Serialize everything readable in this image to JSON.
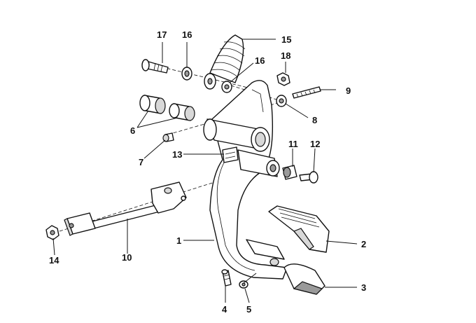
{
  "diagram": {
    "callouts": {
      "c1": "1",
      "c2": "2",
      "c3": "3",
      "c4": "4",
      "c5": "5",
      "c6": "6",
      "c7": "7",
      "c8": "8",
      "c9": "9",
      "c10": "10",
      "c11": "11",
      "c12": "12",
      "c13": "13",
      "c14": "14",
      "c15": "15",
      "c16a": "16",
      "c16b": "16",
      "c17": "17",
      "c18": "18"
    }
  }
}
